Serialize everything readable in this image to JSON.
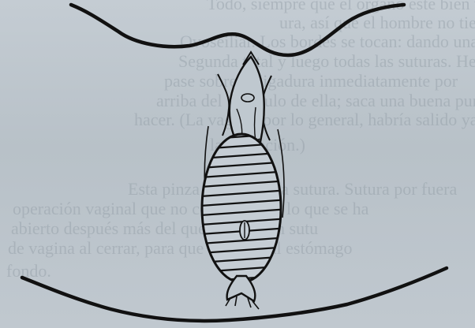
{
  "bleed_through": {
    "lines": [
      "Todo, siempre que el órgano esté bien visible, sin",
      "ura, así que el hombre no tiene la pequeñez",
      "Ovoseiliar. Los bordes se tocan: dando una línea",
      "Segunda total y luego todas las suturas. Hecho esto",
      "pase sobre la ligadura inmediatamente por",
      "arriba del pedículo de ella; saca una buena punta",
      "hacer. (La vagina, por lo general, habría salido ya",
      "la operación.)",
      "Esta pinza sirve para la sutura. Sutura por fuera",
      "operación vaginal que no conviene por lo que se ha",
      "abierto después más del que se intentan sutu",
      "de vagina al cerrar, para que el borde al estómago",
      "fondo."
    ]
  },
  "figure": {
    "description_icon": "surgical-illustration"
  }
}
